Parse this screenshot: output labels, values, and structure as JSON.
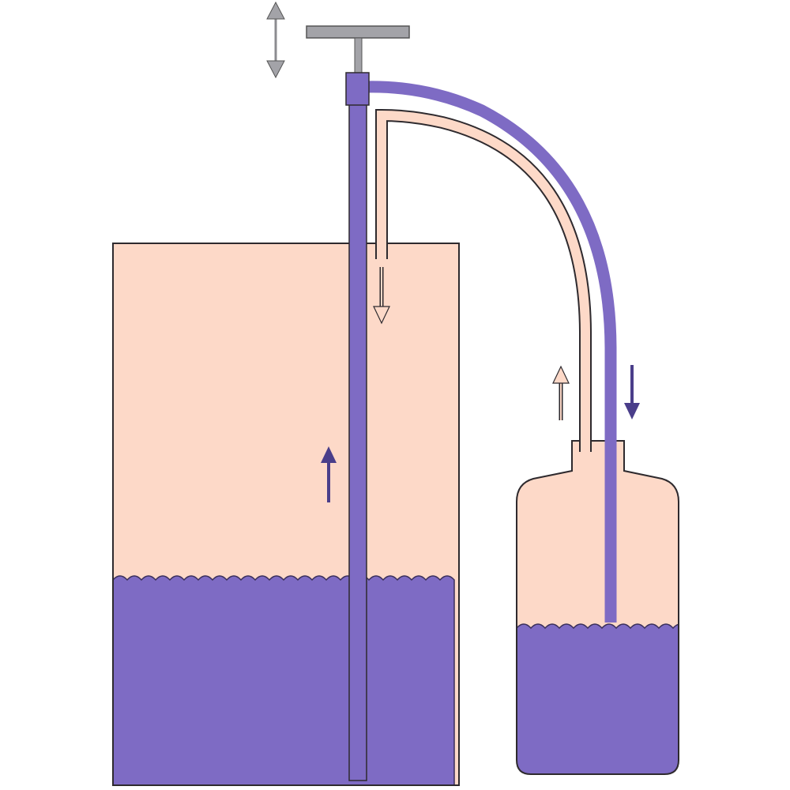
{
  "diagram": {
    "colors": {
      "liquid": "#7e6bc4",
      "air": "#fdd9c8",
      "outline": "#2e2a2e",
      "pump_handle": "#a3a3a8",
      "arrow_grey": "#8c8c90"
    },
    "components": [
      "pump-handle",
      "pump-cylinder",
      "source-tank",
      "delivery-hose",
      "air-return-tube",
      "receiving-bottle"
    ],
    "flow_arrows": [
      "pump-stroke-up-down",
      "liquid-up-pump",
      "air-down-tank",
      "air-up-from-bottle",
      "liquid-down-to-bottle"
    ]
  }
}
